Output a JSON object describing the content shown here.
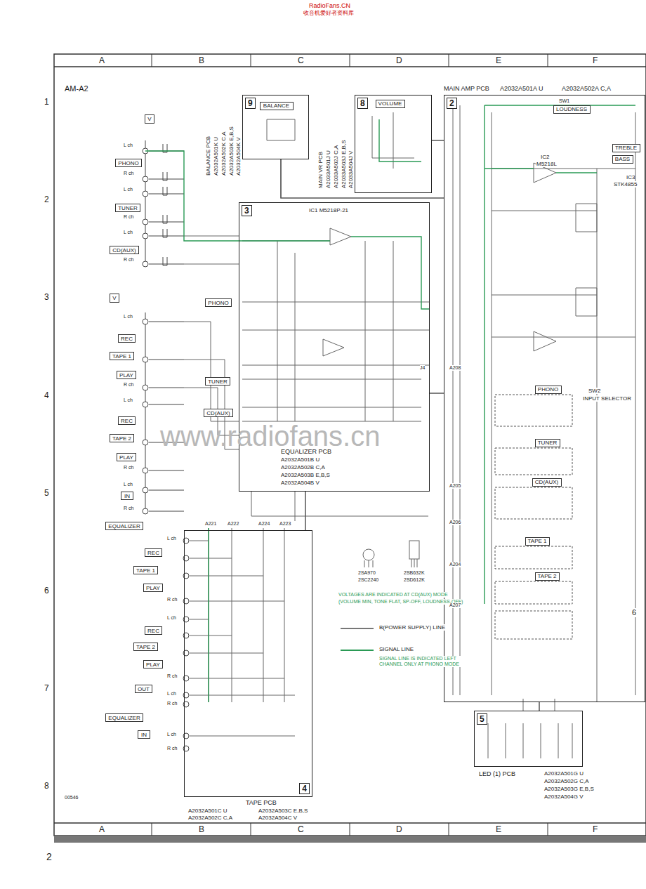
{
  "diagram": {
    "nodes": [
      {
        "text": [
          "9"
        ]
      },
      {
        "text": [
          "BALANCE"
        ],
        "in": 0
      },
      {
        "text": [
          "8"
        ]
      },
      {
        "text": [
          "VOLUME"
        ],
        "in": 2
      },
      {
        "text": [
          "2"
        ]
      },
      {
        "text": [
          "LOUDNESS"
        ],
        "in": 4
      },
      {
        "text": [
          "TREBLE"
        ],
        "in": 4
      },
      {
        "text": [
          "BASS"
        ],
        "in": 4
      },
      {
        "text": [
          "PHONO"
        ],
        "in": 4
      },
      {
        "text": [
          "TUNER"
        ],
        "in": 4
      },
      {
        "text": [
          "CD(AUX)"
        ],
        "in": 4
      },
      {
        "text": [
          "TAPE 1"
        ],
        "in": 4
      },
      {
        "text": [
          "TAPE 2"
        ],
        "in": 4
      },
      {
        "text": [
          "3"
        ]
      },
      {
        "text": [
          "PHONO"
        ]
      },
      {
        "text": [
          "TUNER"
        ]
      },
      {
        "text": [
          "CD(AUX)"
        ]
      },
      {
        "text": [
          "4"
        ]
      },
      {
        "text": [
          "V"
        ]
      },
      {
        "text": [
          "PHONO"
        ]
      },
      {
        "text": [
          "TUNER"
        ]
      },
      {
        "text": [
          "CD(AUX)"
        ]
      },
      {
        "text": [
          "V"
        ]
      },
      {
        "text": [
          "REC"
        ]
      },
      {
        "text": [
          "TAPE 1"
        ]
      },
      {
        "text": [
          "PLAY"
        ]
      },
      {
        "text": [
          "REC"
        ]
      },
      {
        "text": [
          "TAPE 2"
        ]
      },
      {
        "text": [
          "PLAY"
        ]
      },
      {
        "text": [
          "IN"
        ]
      },
      {
        "text": [
          "EQUALIZER"
        ]
      },
      {
        "text": [
          "REC"
        ]
      },
      {
        "text": [
          "TAPE 1"
        ]
      },
      {
        "text": [
          "PLAY"
        ]
      },
      {
        "text": [
          "REC"
        ]
      },
      {
        "text": [
          "TAPE 2"
        ]
      },
      {
        "text": [
          "PLAY"
        ]
      },
      {
        "text": [
          "OUT"
        ]
      },
      {
        "text": [
          "EQUALIZER"
        ]
      },
      {
        "text": [
          "IN"
        ]
      },
      {
        "text": [
          "5"
        ]
      }
    ],
    "edges": [
      {
        "from": 0,
        "to": 4,
        "arrow": "none"
      },
      {
        "from": 2,
        "to": 4,
        "arrow": "none"
      },
      {
        "from": 13,
        "to": 4,
        "arrow": "none"
      },
      {
        "from": 17,
        "to": 13,
        "arrow": "none"
      },
      {
        "from": 4,
        "to": 40,
        "arrow": "none"
      }
    ],
    "labels": [
      "RadioFans.CN",
      "收音机爱好者资料库",
      "A",
      "B",
      "C",
      "D",
      "E",
      "F",
      "A",
      "B",
      "C",
      "D",
      "E",
      "F",
      "1",
      "2",
      "3",
      "4",
      "5",
      "6",
      "7",
      "8",
      "AM-A2",
      "2",
      "BALANCE PCB",
      "A2032A501K U",
      "A2032A502K C,A",
      "A2032A503K E,B,S",
      "A2032A504K V",
      "MAIN VR PCB",
      "A2033A501J U",
      "A2033A502J C,A",
      "A2033A503J E,B,S",
      "A2033A504J V",
      "MAIN AMP PCB",
      "A2032A501A U",
      "A2032A502A C,A",
      "EQUALIZER PCB",
      "A2032A501B U",
      "A2032A502B C,A",
      "A2032A503B E,B,S",
      "A2032A504B V",
      "TAPE PCB",
      "A2032A501C U",
      "A2032A503C E,B,S",
      "A2032A502C C,A",
      "A2032A504C V",
      "LED (1) PCB",
      "A2032A501G U",
      "A2032A502G C,A",
      "A2032A503G E,B,S",
      "A2032A504G V",
      "IC1 M5218P-21",
      "IC2",
      "M5218L",
      "IC3",
      "STK4855",
      "SW2",
      "INPUT SELECTOR",
      "2SA970",
      "2SC2240",
      "2SB632K",
      "2SD612K",
      "VOLTAGES ARE INDICATED AT CD(AUX) MODE",
      "(VOLUME MIN, TONE FLAT, SP-OFF, LOUDNESS-OFF)",
      "SIGNAL LINE IS INDICATED LEFT CHANNEL ONLY AT PHONO MODE",
      "www.radiofans.cn",
      "00546",
      "L ch",
      "R ch",
      "L ch",
      "R ch",
      "L ch",
      "R ch",
      "L ch",
      "R ch",
      "L ch",
      "R ch",
      "L ch",
      "R ch",
      "L ch",
      "R ch",
      "L ch",
      "R ch",
      "L ch",
      "R ch",
      "L ch",
      "R ch",
      "J4",
      "A208",
      "A205",
      "A206",
      "A204",
      "A207",
      "A221",
      "A222",
      "A224",
      "A223",
      "SW1",
      "6"
    ],
    "legend": [
      {
        "text": "B(POWER SUPPLY) LINE"
      },
      {
        "text": "SIGNAL LINE"
      }
    ]
  }
}
